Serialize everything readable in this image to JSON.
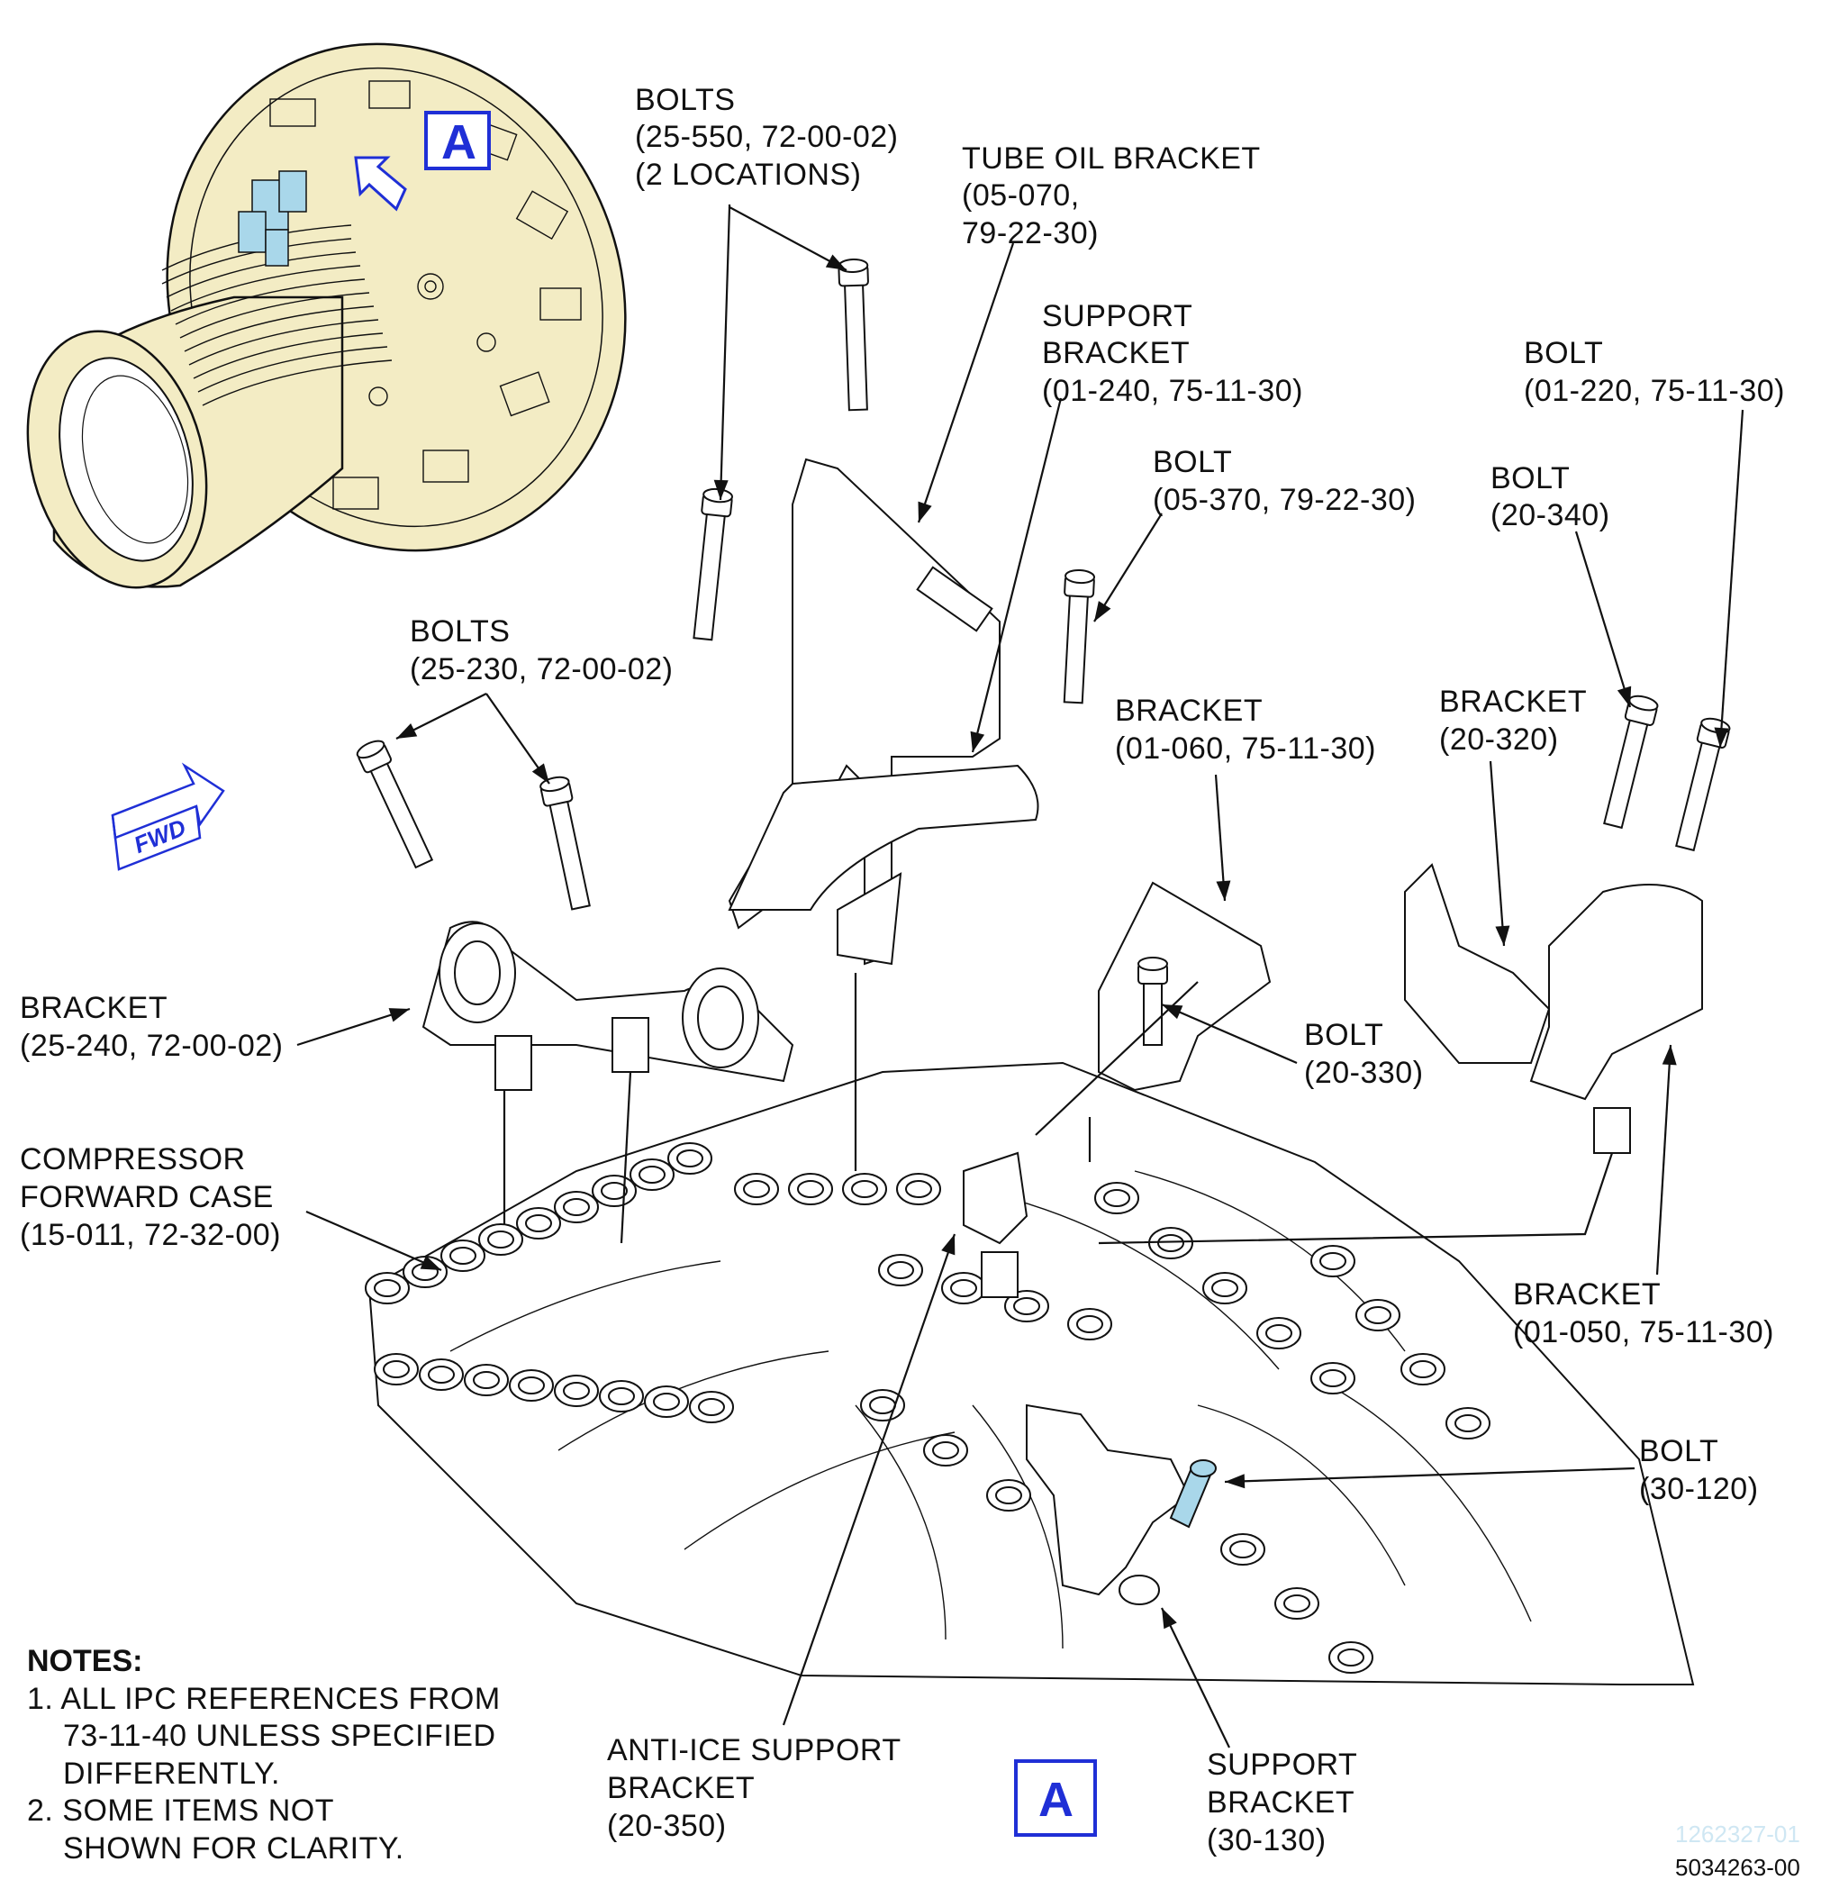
{
  "view_marker_inset": "A",
  "view_marker_main": "A",
  "fwd_label": "FWD",
  "callouts": {
    "bolts_top": [
      "BOLTS",
      "(25-550, 72-00-02)",
      "(2 LOCATIONS)"
    ],
    "tube_oil_bracket": [
      "TUBE OIL BRACKET",
      "(05-070,",
      "79-22-30)"
    ],
    "support_bracket_top": [
      "SUPPORT",
      "BRACKET",
      "(01-240, 75-11-30)"
    ],
    "bolt_01_220": [
      "BOLT",
      "(01-220, 75-11-30)"
    ],
    "bolt_05_370": [
      "BOLT",
      "(05-370, 79-22-30)"
    ],
    "bolt_20_340": [
      "BOLT",
      "(20-340)"
    ],
    "bolts_25_230": [
      "BOLTS",
      "(25-230, 72-00-02)"
    ],
    "bracket_01_060": [
      "BRACKET",
      "(01-060, 75-11-30)"
    ],
    "bracket_20_320": [
      "BRACKET",
      "(20-320)"
    ],
    "bracket_25_240": [
      "BRACKET",
      "(25-240, 72-00-02)"
    ],
    "bolt_20_330": [
      "BOLT",
      "(20-330)"
    ],
    "compressor_case": [
      "COMPRESSOR",
      "FORWARD CASE",
      "(15-011, 72-32-00)"
    ],
    "bracket_01_050": [
      "BRACKET",
      "(01-050, 75-11-30)"
    ],
    "bolt_30_120": [
      "BOLT",
      "(30-120)"
    ],
    "anti_ice_bracket": [
      "ANTI-ICE SUPPORT",
      "BRACKET",
      "(20-350)"
    ],
    "support_bracket_30_130": [
      "SUPPORT",
      "BRACKET",
      "(30-130)"
    ]
  },
  "notes": {
    "title": "NOTES:",
    "lines": [
      "1. ALL IPC REFERENCES FROM",
      "73-11-40 UNLESS SPECIFIED",
      "DIFFERENTLY.",
      "2. SOME ITEMS NOT",
      "SHOWN FOR CLARITY."
    ]
  },
  "drawing_number": "5034263-00",
  "faint_ref": "1262327-01",
  "colors": {
    "engine_fill": "#f3ecc4",
    "accent_blue": "#1f2fd6",
    "highlight": "#a9d7ea"
  }
}
